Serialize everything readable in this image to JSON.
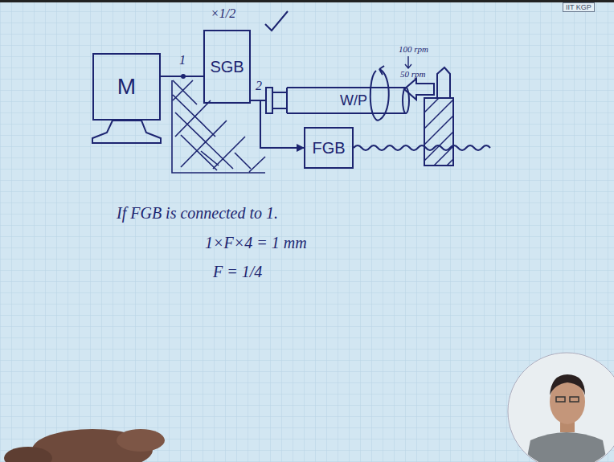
{
  "diagram": {
    "nodes": [
      {
        "text": [
          "M"
        ]
      },
      {
        "text": [
          "SGB"
        ]
      },
      {
        "text": [
          "W/P"
        ]
      },
      {
        "text": [
          "FGB"
        ]
      }
    ],
    "edges": [
      {
        "from": 0,
        "to": 1,
        "arrow": "none"
      },
      {
        "from": 1,
        "to": 2,
        "arrow": "none"
      },
      {
        "from": 1,
        "to": 3,
        "arrow": "to"
      }
    ],
    "labels": [
      "IIT KGP",
      "×1/2",
      "1",
      "2",
      "100 rpm",
      "50 rpm",
      "If FGB is connected to 1.",
      "1×F×4 = 1 mm",
      "F = 1/4"
    ]
  }
}
